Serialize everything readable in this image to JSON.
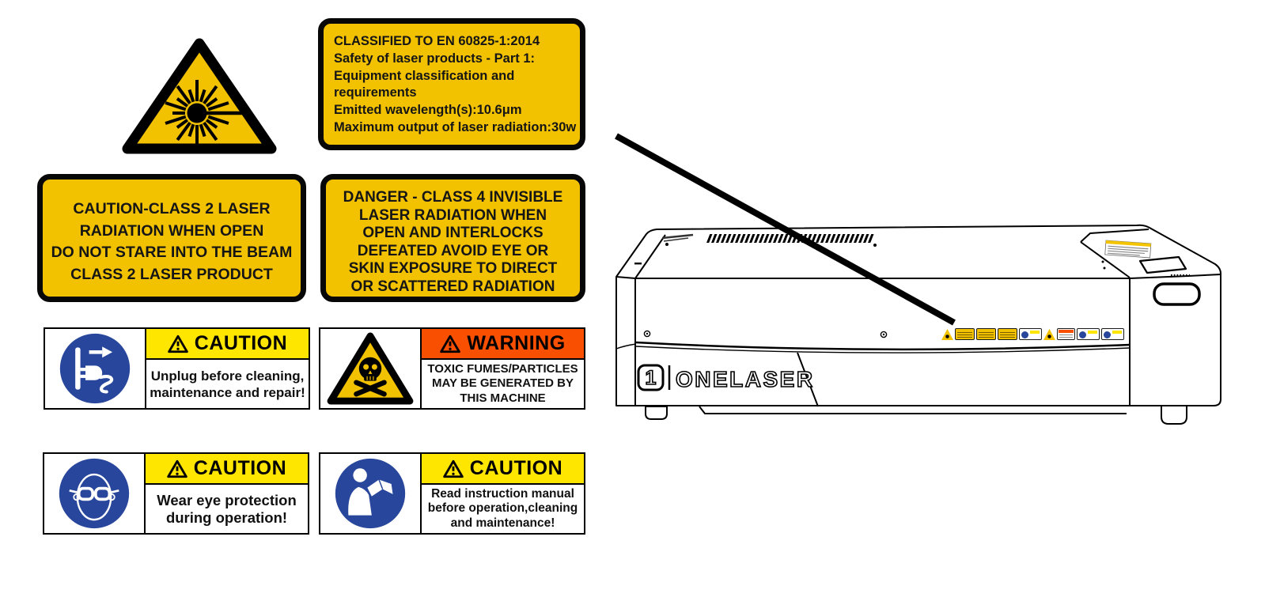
{
  "palette": {
    "label_yellow": "#F2C100",
    "caution_yellow": "#FFE600",
    "warning_orange": "#F94F00",
    "mandatory_blue": "#28479C",
    "outline_black": "#000000"
  },
  "labels": {
    "classified": {
      "lines": [
        "CLASSIFIED TO EN 60825-1:2014",
        "Safety of laser products - Part 1:",
        "Equipment classification and",
        "requirements",
        "Emitted wavelength(s):10.6μm",
        "Maximum output of laser radiation:30w"
      ]
    },
    "class2": {
      "lines": [
        "CAUTION-CLASS 2 LASER",
        "RADIATION WHEN OPEN",
        "DO NOT STARE INTO THE BEAM",
        "CLASS 2 LASER PRODUCT"
      ]
    },
    "class4": {
      "lines": [
        "DANGER - CLASS 4 INVISIBLE",
        "LASER RADIATION WHEN",
        "OPEN AND INTERLOCKS",
        "DEFEATED AVOID EYE OR",
        "SKIN EXPOSURE TO DIRECT",
        "OR SCATTERED RADIATION"
      ]
    },
    "unplug": {
      "header": "CAUTION",
      "lines": [
        "Unplug before cleaning,",
        "maintenance and repair!"
      ]
    },
    "toxic": {
      "header": "WARNING",
      "lines": [
        "TOXIC FUMES/PARTICLES",
        "MAY BE GENERATED BY",
        "THIS MACHINE"
      ]
    },
    "eye": {
      "header": "CAUTION",
      "lines": [
        "Wear eye protection",
        "during operation!"
      ]
    },
    "manual": {
      "header": "CAUTION",
      "lines": [
        "Read instruction manual",
        "before operation,cleaning",
        "and maintenance!"
      ]
    }
  },
  "icons": {
    "laser_warning": "laser-starburst-triangle",
    "header_alert": "warning-triangle",
    "unplug": "unplug-power-pictogram",
    "toxic": "skull-crossbones-triangle",
    "eye": "wear-eye-protection-pictogram",
    "manual": "read-manual-pictogram"
  },
  "machine": {
    "brand_mark": "1",
    "brand": "ONELASER",
    "label_strip": [
      "laser-triangle",
      "classified-label",
      "class2-label",
      "class4-label",
      "unplug-caution",
      "toxic-triangle",
      "toxic-warning",
      "eye-caution",
      "manual-caution"
    ]
  }
}
